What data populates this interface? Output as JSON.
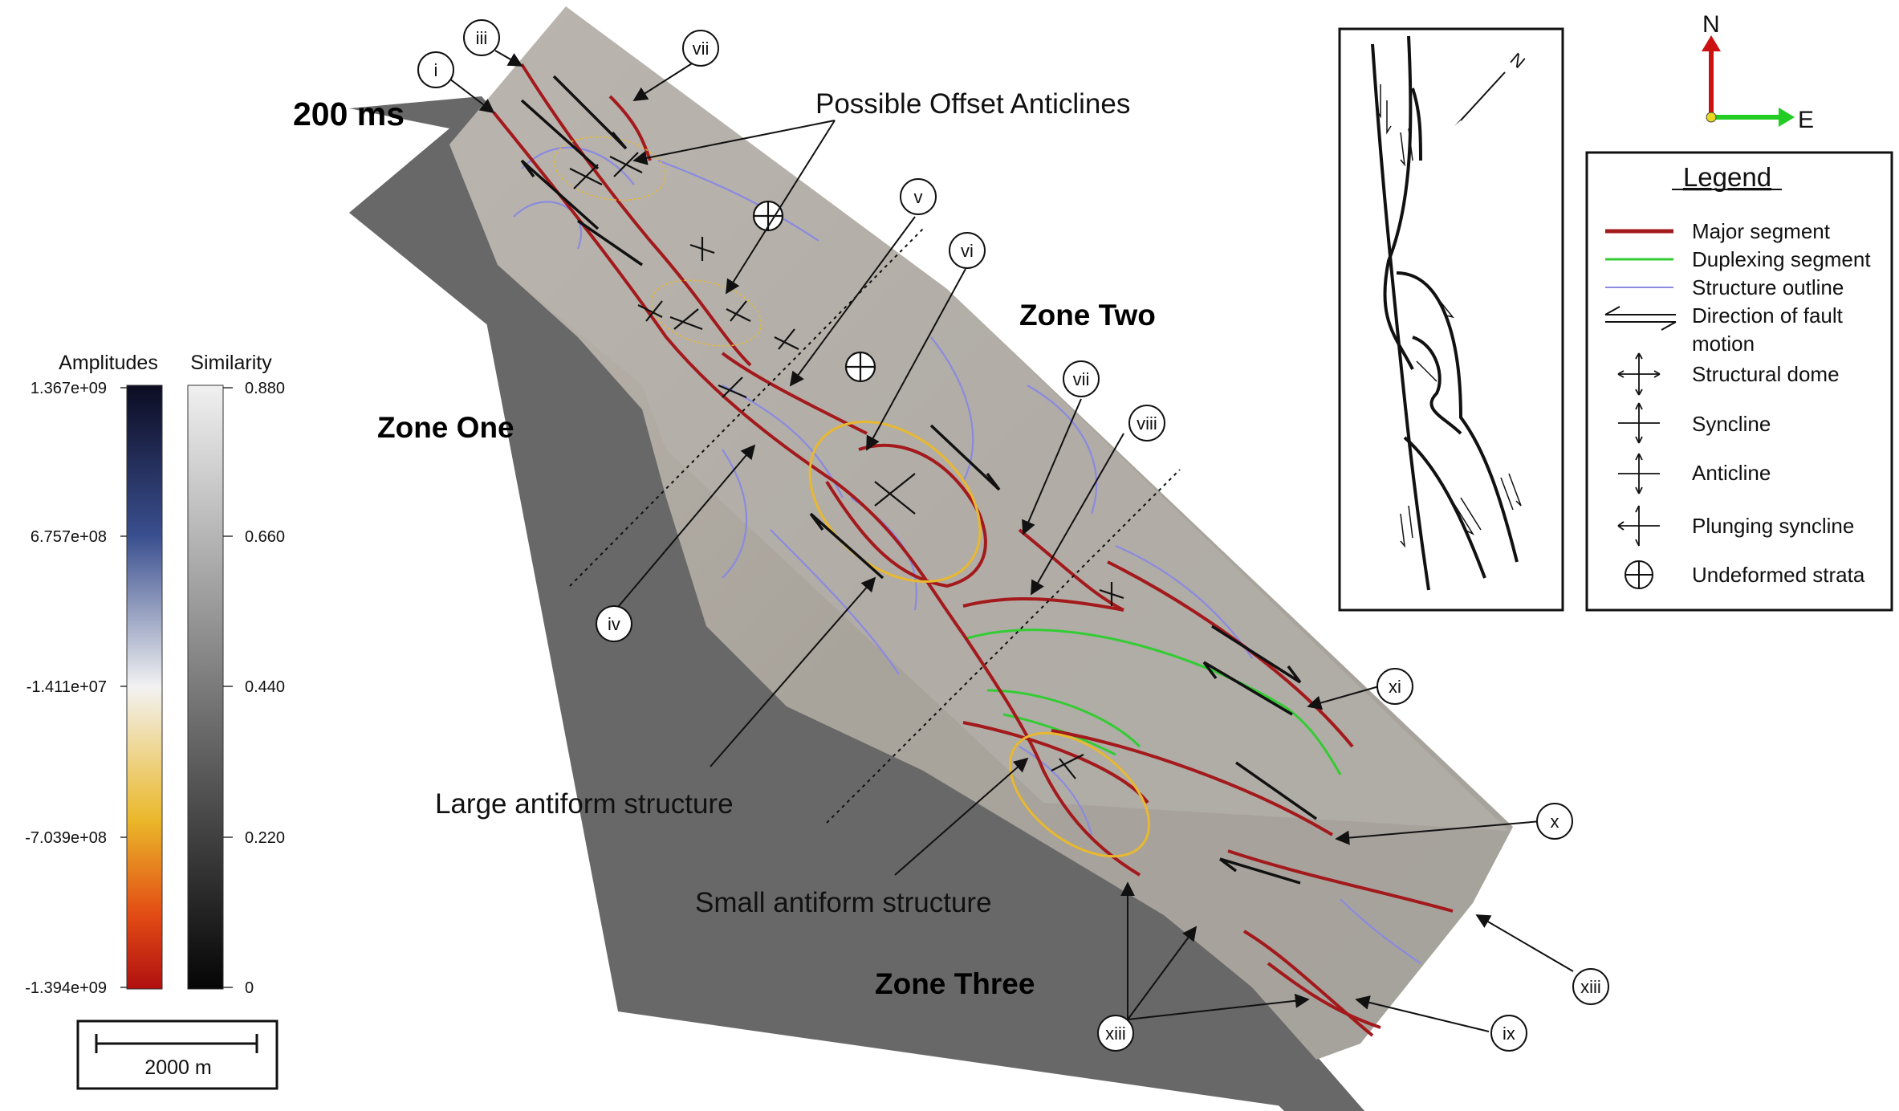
{
  "figure": {
    "time_slice": "200 ms",
    "zones": [
      "Zone One",
      "Zone Two",
      "Zone Three"
    ],
    "annotations": {
      "possible_offset_anticlines": "Possible Offset Anticlines",
      "large_antiform": "Large antiform structure",
      "small_antiform": "Small antiform structure"
    },
    "fault_labels": [
      "iii",
      "i",
      "vii",
      "v",
      "vi",
      "vii",
      "viii",
      "iv",
      "xi",
      "x",
      "xiii",
      "ix",
      "xiii"
    ]
  },
  "colorbars": {
    "amplitudes": {
      "title": "Amplitudes",
      "ticks": [
        "1.367e+09",
        "6.757e+08",
        "-1.411e+07",
        "-7.039e+08",
        "-1.394e+09"
      ]
    },
    "similarity": {
      "title": "Similarity",
      "ticks": [
        "0.880",
        "0.660",
        "0.440",
        "0.220",
        "0"
      ]
    }
  },
  "scale_bar": {
    "label": "2000 m"
  },
  "compass": {
    "north": "N",
    "east": "E",
    "inset_north": "N"
  },
  "legend": {
    "title": "Legend",
    "items": [
      {
        "label": "Major segment",
        "color": "#a3191c"
      },
      {
        "label": "Duplexing segment",
        "color": "#33cc33"
      },
      {
        "label": "Structure outline",
        "color": "#8a8ae0"
      },
      {
        "label": "Direction of fault",
        "label2": "motion"
      },
      {
        "label": "Structural dome"
      },
      {
        "label": "Syncline"
      },
      {
        "label": "Anticline"
      },
      {
        "label": "Plunging syncline"
      },
      {
        "label": "Undeformed strata"
      }
    ]
  },
  "colors": {
    "major_segment": "#a3191c",
    "duplexing_segment": "#33cc33",
    "structure_outline": "#8a8ae0",
    "ellipse": "#e8b830",
    "off_survey": "#676767",
    "north_arrow": "#cc1111",
    "east_arrow": "#22cc22"
  }
}
